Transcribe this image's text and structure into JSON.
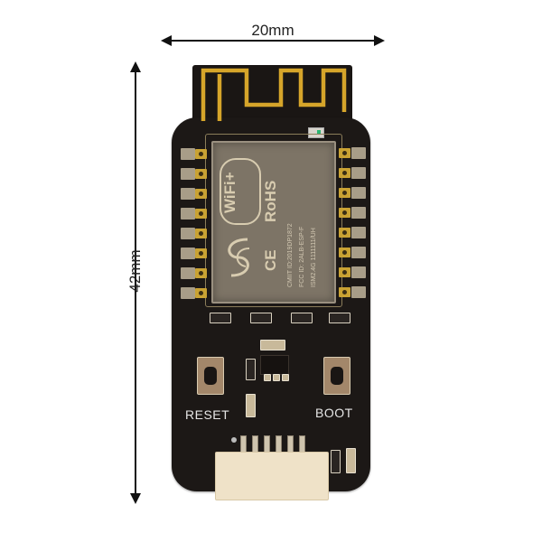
{
  "dimensions": {
    "width_label": "20mm",
    "height_label": "42mm"
  },
  "board": {
    "module_markings": {
      "wifi_logo": "WiFi+",
      "certifications": "RoHS",
      "ce_mark": "CE",
      "line1": "CMIIT ID:2019DP1872",
      "line2": "FCC ID: 2ALB-ESP-F",
      "line3": "ISM2.4G 1111111/UH"
    },
    "buttons": [
      {
        "label": "RESET"
      },
      {
        "label": "BOOT"
      }
    ],
    "colors": {
      "pcb": "#1c1816",
      "gold_trace": "#d6a52a",
      "module_shield": "#7d7466",
      "connector": "#efe2c8",
      "led_green": "#2bb673"
    }
  }
}
